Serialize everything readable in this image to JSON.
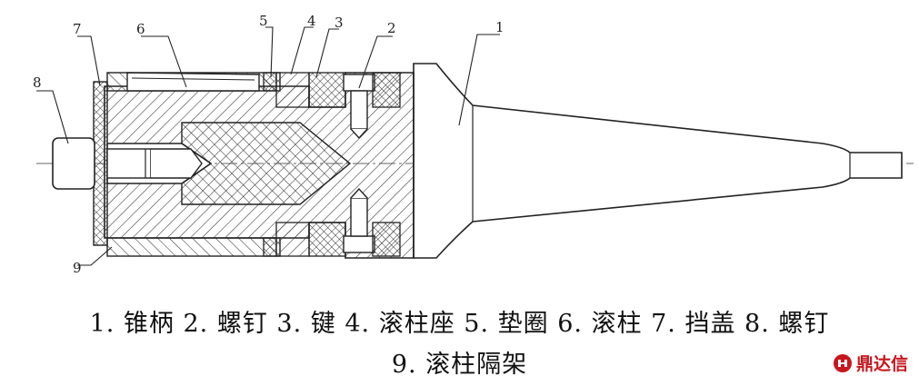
{
  "callouts": [
    "1",
    "2",
    "3",
    "4",
    "5",
    "6",
    "7",
    "8",
    "9"
  ],
  "caption": {
    "line1": "1. 锥柄 2. 螺钉 3. 键 4. 滚柱座 5. 垫圈 6. 滚柱 7. 挡盖 8. 螺钉",
    "line2": "9. 滚柱隔架"
  },
  "watermark": {
    "text": "鼎达信",
    "icon": "brand-logo-icon",
    "color": "#c8161d"
  }
}
